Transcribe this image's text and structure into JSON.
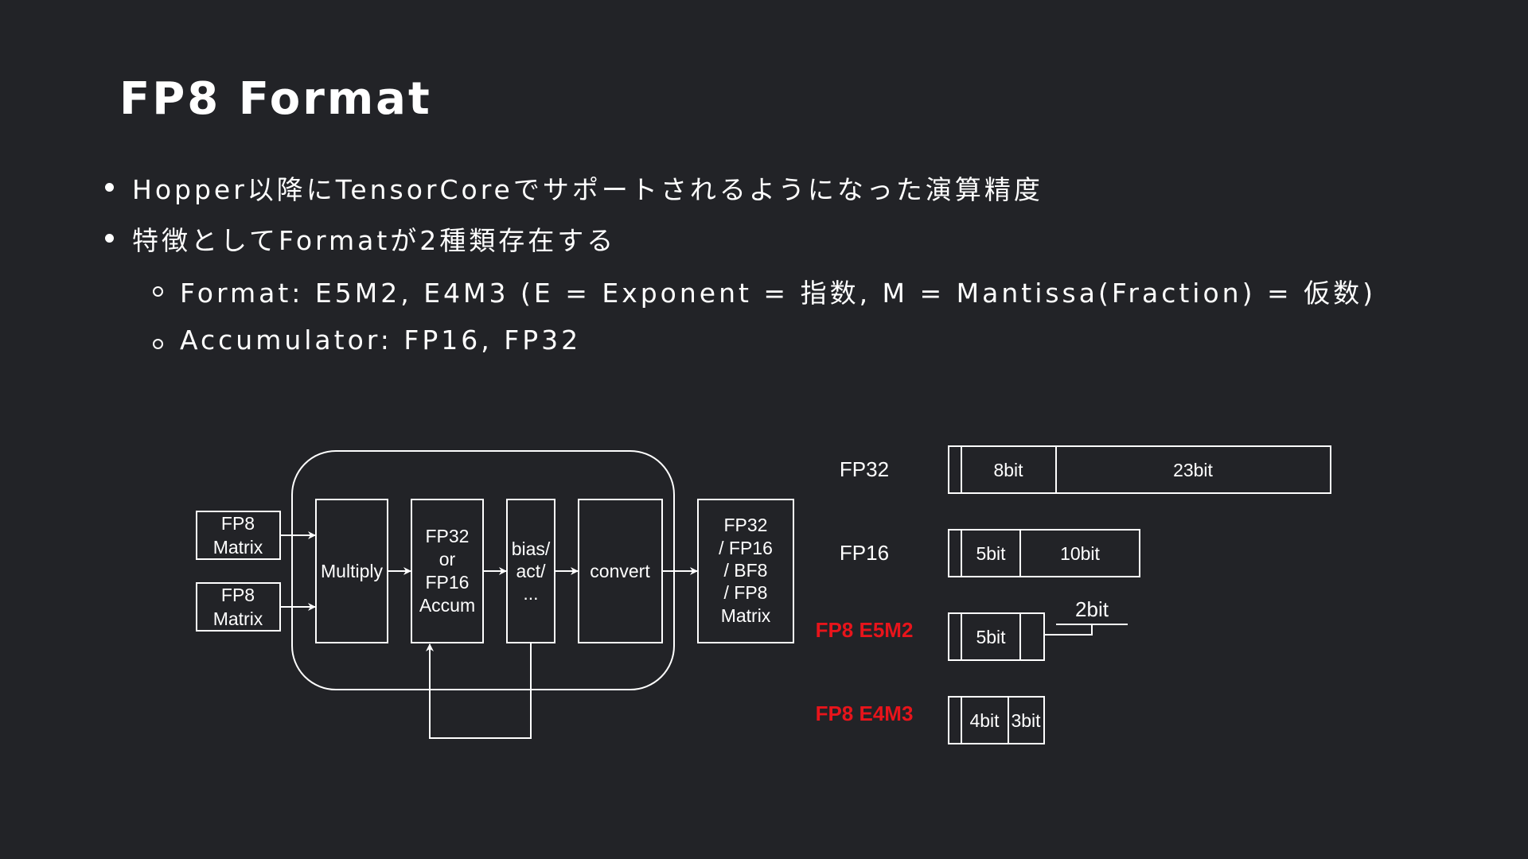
{
  "slide": {
    "title": "FP8 Format",
    "bullets": [
      "Hopper以降にTensorCoreでサポートされるようになった演算精度",
      "特徴としてFormatが2種類存在する"
    ],
    "sub_bullets": [
      "Format: E5M2, E4M3 (E = Exponent = 指数, M = Mantissa(Fraction) = 仮数)",
      "Accumulator: FP16, FP32"
    ]
  },
  "pipeline": {
    "input1": [
      "FP8",
      "Matrix"
    ],
    "input2": [
      "FP8",
      "Matrix"
    ],
    "multiply": "Multiply",
    "accum": [
      "FP32",
      "or",
      "FP16",
      "Accum"
    ],
    "bias": [
      "bias/",
      "act/",
      "..."
    ],
    "convert": "convert",
    "output": [
      "FP32",
      "/ FP16",
      "/ BF8",
      "/ FP8",
      "Matrix"
    ]
  },
  "formats": {
    "fp32": {
      "label": "FP32",
      "exp": "8bit",
      "mant": "23bit"
    },
    "fp16": {
      "label": "FP16",
      "exp": "5bit",
      "mant": "10bit"
    },
    "e5m2": {
      "label": "FP8 E5M2",
      "exp": "5bit",
      "mant": "2bit"
    },
    "e4m3": {
      "label": "FP8 E4M3",
      "exp": "4bit",
      "mant": "3bit"
    }
  },
  "colors": {
    "background": "#222327",
    "text": "#ffffff",
    "highlight": "#e8141b"
  }
}
